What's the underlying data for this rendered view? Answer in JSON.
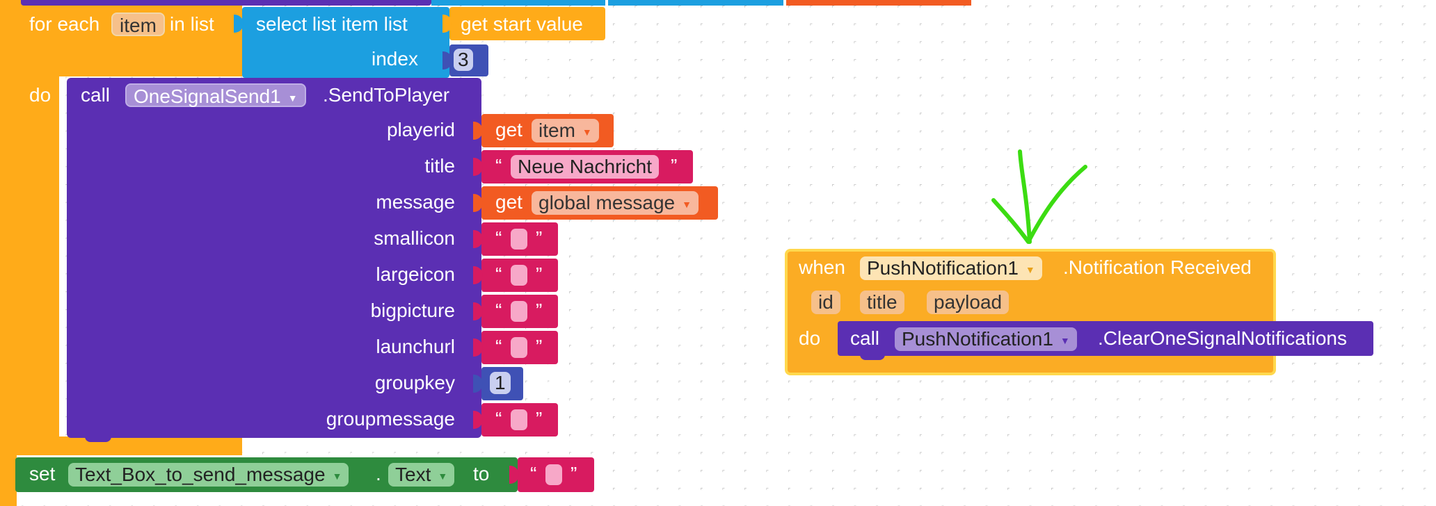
{
  "colors": {
    "control": "#ffab19",
    "list": "#1c9fe0",
    "component_call": "#5b2fb3",
    "variable": "#f25b22",
    "text": "#d81b60",
    "math": "#3f51b5",
    "setter": "#2e8b3e",
    "event": "#fbac24",
    "annotation": "#3cdc12"
  },
  "foreach": {
    "keyword_for_each": "for each",
    "var_name": "item",
    "keyword_in_list": "in list",
    "keyword_do": "do"
  },
  "select_list": {
    "label": "select list item  list",
    "index_label": "index",
    "index_value": "3"
  },
  "get_start": {
    "label": "get start value"
  },
  "send_call": {
    "call": "call",
    "component": "OneSignalSend1",
    "method": ".SendToPlayer",
    "params": {
      "playerid": "playerid",
      "title": "title",
      "message": "message",
      "smallicon": "smallicon",
      "largeicon": "largeicon",
      "bigpicture": "bigpicture",
      "launchurl": "launchurl",
      "groupkey": "groupkey",
      "groupmessage": "groupmessage"
    },
    "values": {
      "get_keyword": "get",
      "playerid_var": "item",
      "title_text": "Neue Nachricht",
      "message_var": "global message",
      "groupkey_number": "1"
    },
    "quote_open": "“",
    "quote_close": "”"
  },
  "setter": {
    "set": "set",
    "component": "Text_Box_to_send_message",
    "dot": ".",
    "property": "Text",
    "to": "to"
  },
  "event": {
    "when": "when",
    "component": "PushNotification1",
    "event_name": ".Notification Received",
    "params": [
      "id",
      "title",
      "payload"
    ],
    "do": "do",
    "call": "call",
    "call_component": "PushNotification1",
    "call_method": ".ClearOneSignalNotifications"
  }
}
